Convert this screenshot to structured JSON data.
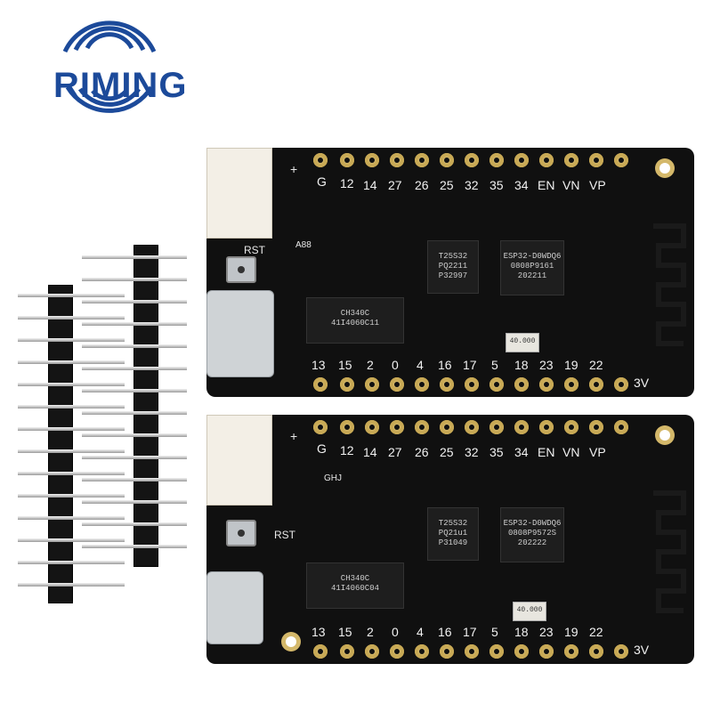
{
  "brand": {
    "logo_text": "RIMING",
    "color": "#1c4a9a"
  },
  "boards": [
    {
      "connector": "usb-c",
      "top_pins": [
        "G",
        "12",
        "14",
        "27",
        "26",
        "25",
        "32",
        "35",
        "34",
        "EN",
        "VN",
        "VP"
      ],
      "bottom_pins": [
        "13",
        "15",
        "2",
        "0",
        "4",
        "16",
        "17",
        "5",
        "18",
        "23",
        "19",
        "22",
        "3V"
      ],
      "rst_label": "RST",
      "plus_label": "+",
      "usb_chip": [
        "CH340C",
        "41I4060C11"
      ],
      "regulator": [
        "T25S32",
        "PQ2211",
        "P32997"
      ],
      "mcu": [
        "ESP32-D0WDQ6",
        "0808P9161",
        "202211"
      ],
      "crystal": "40.000",
      "small_label": "A88"
    },
    {
      "connector": "micro-usb",
      "top_pins": [
        "G",
        "12",
        "14",
        "27",
        "26",
        "25",
        "32",
        "35",
        "34",
        "EN",
        "VN",
        "VP"
      ],
      "bottom_pins": [
        "13",
        "15",
        "2",
        "0",
        "4",
        "16",
        "17",
        "5",
        "18",
        "23",
        "19",
        "22",
        "3V"
      ],
      "rst_label": "RST",
      "plus_label": "+",
      "usb_chip": [
        "CH340C",
        "41I4060C04"
      ],
      "regulator": [
        "T25S32",
        "PQ21u1",
        "P31049"
      ],
      "mcu": [
        "ESP32-D0WDQ6",
        "0808P9572S",
        "202222"
      ],
      "crystal": "40.000",
      "small_label": "GHJ"
    }
  ],
  "accent": {
    "pcb": "#101010",
    "gold": "#d4b86a",
    "silkscreen": "#f2f2f2"
  },
  "icons": [
    "riming-logo-icon",
    "usb-c-icon",
    "micro-usb-icon",
    "antenna-trace-icon",
    "reset-button-icon"
  ]
}
